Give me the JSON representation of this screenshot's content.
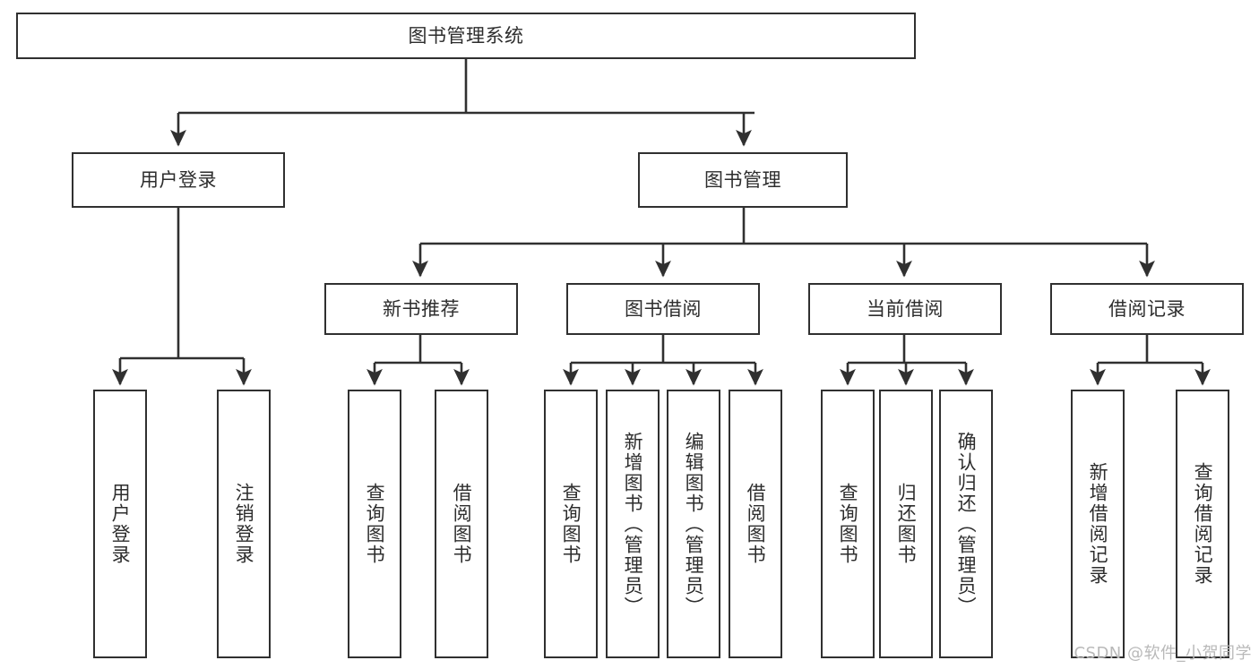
{
  "diagram": {
    "title": "图书管理系统",
    "type": "tree-hierarchy",
    "watermark": "CSDN @软件_小贺同学",
    "colors": {
      "stroke": "#303030",
      "text": "#2d2d2d",
      "background": "#ffffff",
      "watermark": "#b9b9b9"
    },
    "nodes": {
      "root": {
        "label": "图书管理系统"
      },
      "level2": [
        {
          "id": "user-login",
          "label": "用户登录"
        },
        {
          "id": "book-management",
          "label": "图书管理"
        }
      ],
      "level3": [
        {
          "id": "new-book-recommend",
          "label": "新书推荐"
        },
        {
          "id": "book-borrow",
          "label": "图书借阅"
        },
        {
          "id": "current-borrow",
          "label": "当前借阅"
        },
        {
          "id": "borrow-record",
          "label": "借阅记录"
        }
      ],
      "leaves": {
        "user_login": [
          {
            "id": "leaf-user-login",
            "label": "用户登录"
          },
          {
            "id": "leaf-logout-login",
            "label": "注销登录"
          }
        ],
        "new_book_recommend": [
          {
            "id": "leaf-query-book-1",
            "label": "查询图书"
          },
          {
            "id": "leaf-borrow-book-1",
            "label": "借阅图书"
          }
        ],
        "book_borrow": [
          {
            "id": "leaf-query-book-2",
            "label": "查询图书"
          },
          {
            "id": "leaf-add-book",
            "label": "新增图书（管理员）"
          },
          {
            "id": "leaf-edit-book",
            "label": "编辑图书（管理员）"
          },
          {
            "id": "leaf-borrow-book-2",
            "label": "借阅图书"
          }
        ],
        "current_borrow": [
          {
            "id": "leaf-query-book-3",
            "label": "查询图书"
          },
          {
            "id": "leaf-return-book",
            "label": "归还图书"
          },
          {
            "id": "leaf-confirm-return",
            "label": "确认归还（管理员）"
          }
        ],
        "borrow_record": [
          {
            "id": "leaf-add-borrow-record",
            "label": "新增借阅记录"
          },
          {
            "id": "leaf-query-borrow-record",
            "label": "查询借阅记录"
          }
        ]
      }
    }
  }
}
